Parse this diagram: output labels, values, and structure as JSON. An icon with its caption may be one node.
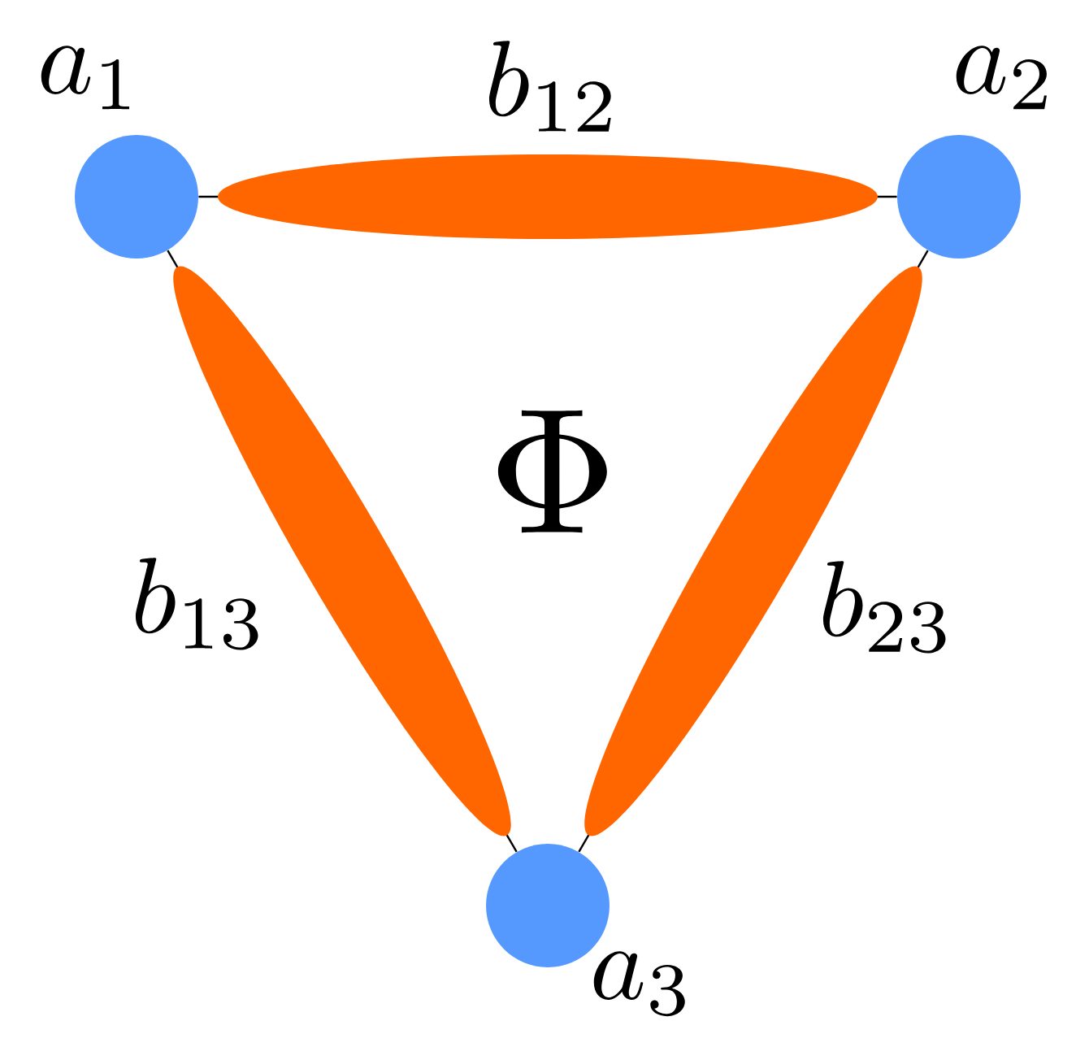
{
  "diagram": {
    "nodes": [
      {
        "text": [],
        "shape": "circle",
        "beside": [
          "a_1"
        ]
      },
      {
        "text": [],
        "shape": "circle",
        "beside": [
          "a_2"
        ]
      },
      {
        "text": [],
        "shape": "circle",
        "beside": [
          "a_3"
        ]
      }
    ],
    "edges": [
      {
        "from": 0,
        "to": 1,
        "arrow": "none",
        "label": "b_{12}"
      },
      {
        "from": 0,
        "to": 2,
        "arrow": "none",
        "label": "b_{13}"
      },
      {
        "from": 1,
        "to": 2,
        "arrow": "none",
        "label": "b_{23}"
      }
    ],
    "labels": [
      "\\Phi"
    ]
  }
}
